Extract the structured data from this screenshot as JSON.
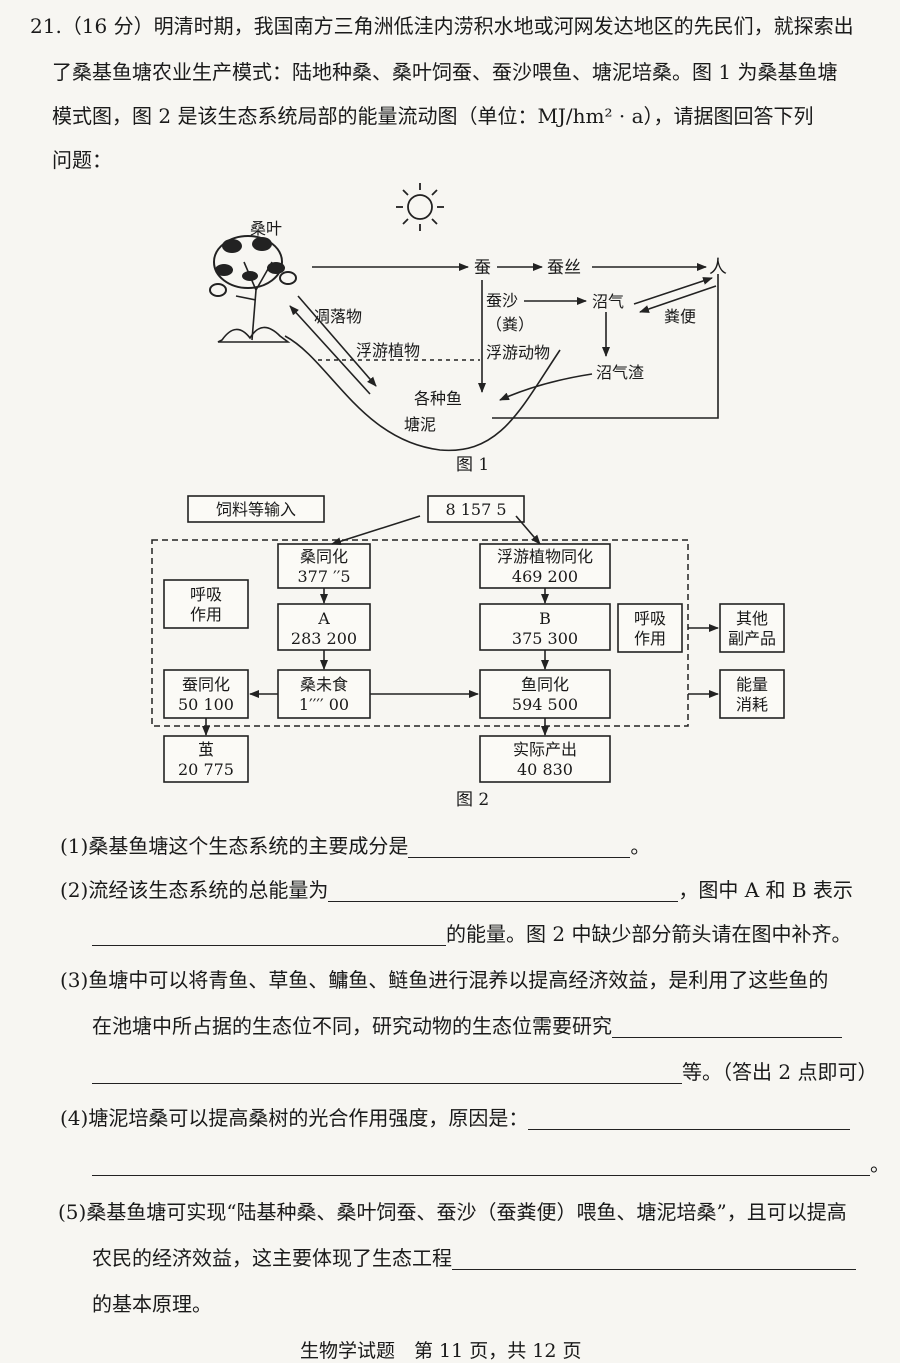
{
  "question": {
    "line1": "21.（16 分）明清时期，我国南方三角洲低洼内涝积水地或河网发达地区的先民们，就探索出",
    "line2": "了桑基鱼塘农业生产模式：陆地种桑、桑叶饲蚕、蚕沙喂鱼、塘泥培桑。图 1 为桑基鱼塘",
    "line3": "模式图，图 2 是该生态系统局部的能量流动图（单位：MJ/hm² · a），请据图回答下列",
    "line4": "问题："
  },
  "fig1": {
    "caption": "图 1",
    "mulberry_leaf": "桑叶",
    "silkworm": "蚕",
    "silk": "蚕丝",
    "human": "人",
    "silkworm_feces_1": "蚕沙",
    "silkworm_feces_2": "（粪）",
    "biogas": "沼气",
    "excrement": "粪便",
    "litter": "凋落物",
    "phytoplankton": "浮游植物",
    "zooplankton": "浮游动物",
    "biogas_residue": "沼气渣",
    "fish": "各种鱼",
    "pond_mud": "塘泥"
  },
  "fig2": {
    "caption": "图 2",
    "feed_input": "饲料等输入",
    "top_value": "8 157 5",
    "mulberry_assim": "桑同化",
    "mulberry_value": "377 ′′5",
    "plankton_assim": "浮游植物同化",
    "plankton_value": "469 200",
    "A_label": "A",
    "A_value": "283 200",
    "B_label": "B",
    "B_value": "375 300",
    "respiration_left_1": "呼吸",
    "respiration_left_2": "作用",
    "respiration_right_1": "呼吸",
    "respiration_right_2": "作用",
    "other_1": "其他",
    "other_2": "副产品",
    "energy_1": "能量",
    "energy_2": "消耗",
    "silkworm_assim": "蚕同化",
    "silkworm_value": "50 100",
    "mid_label": "桑未食",
    "mid_value": "1′′′′ 00",
    "fish_assim": "鱼同化",
    "fish_value": "594 500",
    "cocoon": "茧",
    "cocoon_value": "20 775",
    "actual_1": "实际产出",
    "actual_value": "40 830"
  },
  "q1": {
    "text": "(1)桑基鱼塘这个生态系统的主要成分是",
    "end": "。"
  },
  "q2": {
    "text": "(2)流经该生态系统的总能量为",
    "mid": "，图中 A 和 B 表示",
    "end": "的能量。图 2 中缺少部分箭头请在图中补齐。"
  },
  "q3": {
    "text1": "(3)鱼塘中可以将青鱼、草鱼、鳙鱼、鲢鱼进行混养以提高经济效益，是利用了这些鱼的",
    "text2": "在池塘中所占据的生态位不同，研究动物的生态位需要研究",
    "end": "等。（答出 2 点即可）"
  },
  "q4": {
    "text": "(4)塘泥培桑可以提高桑树的光合作用强度，原因是：",
    "end": "。"
  },
  "q5": {
    "text1": "(5)桑基鱼塘可实现“陆基种桑、桑叶饲蚕、蚕沙（蚕粪便）喂鱼、塘泥培桑”，且可以提高",
    "text2": "农民的经济效益，这主要体现了生态工程",
    "text3": "的基本原理。"
  },
  "footer": "生物学试题　第 11 页，共 12 页"
}
